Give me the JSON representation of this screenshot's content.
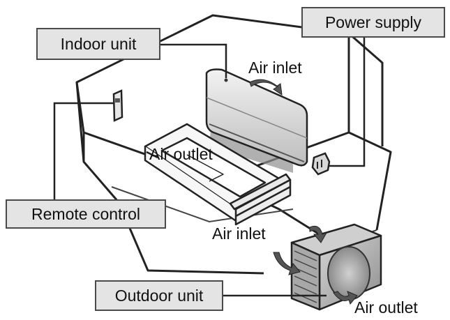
{
  "labels": {
    "indoor_unit": "Indoor unit",
    "power_supply": "Power supply",
    "remote_control": "Remote control",
    "outdoor_unit": "Outdoor unit",
    "air_inlet_top": "Air inlet",
    "air_outlet_bed": "Air outlet",
    "air_inlet_bottom": "Air inlet",
    "air_outlet_outdoor": "Air outlet"
  },
  "colors": {
    "line": "#222222",
    "box_fill": "#e4e4e4",
    "box_border": "#4a4a4a",
    "unit_fill": "#dcdcdc",
    "shadow": "#9a9a9a"
  },
  "icons": {
    "indoor_unit": "wall-air-conditioner-icon",
    "outdoor_unit": "outdoor-condenser-icon",
    "remote_control": "remote-control-icon",
    "power_supply": "power-socket-icon",
    "bed": "bed-icon"
  }
}
